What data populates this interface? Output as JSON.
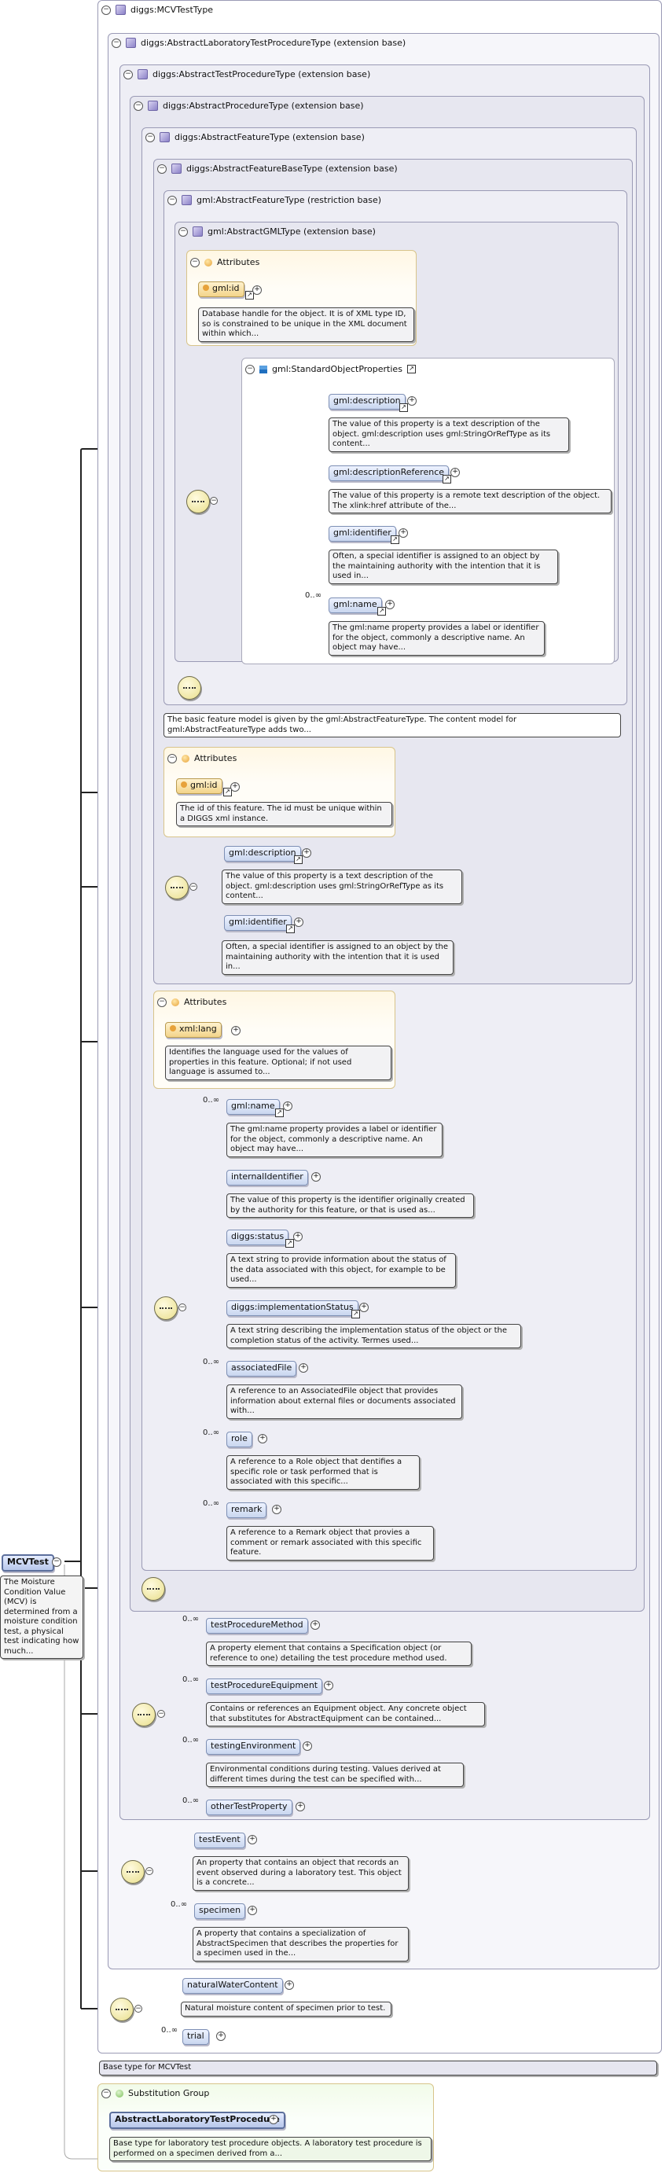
{
  "root": {
    "name": "MCVTest",
    "desc": "The Moisture Condition Value (MCV) is determined from a moisture condition test, a physical test indicating how much..."
  },
  "types": {
    "mcv": "diggs:MCVTestType",
    "lab": "diggs:AbstractLaboratoryTestProcedureType (extension base)",
    "test": "diggs:AbstractTestProcedureType (extension base)",
    "proc": "diggs:AbstractProcedureType (extension base)",
    "feature": "diggs:AbstractFeatureType (extension base)",
    "featurebase": "diggs:AbstractFeatureBaseType (extension base)",
    "gmlfeature": "gml:AbstractFeatureType (restriction base)",
    "gml": "gml:AbstractGMLType (extension base)"
  },
  "attributes_label": "Attributes",
  "gml_id": {
    "name": "gml:id",
    "desc": "Database handle for the object. It is of XML type ID, so is constrained to be unique in the XML document within which..."
  },
  "std_props": {
    "title": "gml:StandardObjectProperties",
    "items": [
      {
        "name": "gml:description",
        "desc": "The value of this property is a text description of the object. gml:description uses gml:StringOrRefType as its content..."
      },
      {
        "name": "gml:descriptionReference",
        "desc": "The value of this property is a remote text description of the object. The xlink:href attribute of the..."
      },
      {
        "name": "gml:identifier",
        "desc": "Often, a special identifier is assigned to an object by the maintaining authority with the intention that it is used in..."
      },
      {
        "name": "gml:name",
        "occ": "0..∞",
        "desc": "The gml:name property provides a label or identifier for the object, commonly a descriptive name. An object may have..."
      }
    ]
  },
  "gmlfeature_desc": "The basic feature model is given by the gml:AbstractFeatureType. The content model for gml:AbstractFeatureType adds two...",
  "featurebase": {
    "attr": {
      "name": "gml:id",
      "desc": "The id of this feature. The id must be unique within a DIGGS xml instance."
    },
    "items": [
      {
        "name": "gml:description",
        "desc": "The value of this property is a text description of the object. gml:description uses gml:StringOrRefType as its content..."
      },
      {
        "name": "gml:identifier",
        "desc": "Often, a special identifier is assigned to an object by the maintaining authority with the intention that it is used in..."
      }
    ]
  },
  "feature": {
    "attr": {
      "name": "xml:lang",
      "desc": "Identifies the language used for the values of properties in this feature. Optional; if not used language is assumed to..."
    },
    "items": [
      {
        "name": "gml:name",
        "occ": "0..∞",
        "desc": "The gml:name property provides a label or identifier for the object, commonly a descriptive name. An object may have..."
      },
      {
        "name": "internalIdentifier",
        "desc": "The value of this property is the identifier originally created by the authority for this feature, or that is used as..."
      },
      {
        "name": "diggs:status",
        "desc": "A text string to provide information about the status of the data associated with this object, for example to be used..."
      },
      {
        "name": "diggs:implementationStatus",
        "desc": "A text string describing the implementation status of the object or the completion status of the activity. Termes used..."
      },
      {
        "name": "associatedFile",
        "occ": "0..∞",
        "desc": "A reference to an AssociatedFile object that provides information about external files or documents associated with..."
      },
      {
        "name": "role",
        "occ": "0..∞",
        "desc": "A reference to a Role object that dentifies a specific role or task performed that is associated with this specific..."
      },
      {
        "name": "remark",
        "occ": "0..∞",
        "desc": "A reference to a Remark object that provies a comment or remark associated with this specific feature."
      }
    ]
  },
  "test": {
    "items": [
      {
        "name": "testProcedureMethod",
        "occ": "0..∞",
        "desc": "A property element that contains a Specification object (or reference to one) detailing the test procedure method used."
      },
      {
        "name": "testProcedureEquipment",
        "occ": "0..∞",
        "desc": "Contains or references an Equipment object. Any concrete object that substitutes for AbstractEquipment can be contained..."
      },
      {
        "name": "testingEnvironment",
        "occ": "0..∞",
        "desc": "Environmental conditions during testing. Values derived at different times during the test can be specified with..."
      },
      {
        "name": "otherTestProperty",
        "occ": "0..∞"
      }
    ]
  },
  "lab": {
    "items": [
      {
        "name": "testEvent",
        "desc": "An property that contains an object that records an event observed during a laboratory test. This object is a concrete..."
      },
      {
        "name": "specimen",
        "occ": "0..∞",
        "desc": "A property that contains a specialization of AbstractSpecimen that describes the properties for a specimen used in the..."
      }
    ]
  },
  "mcv": {
    "items": [
      {
        "name": "naturalWaterContent",
        "desc": "Natural moisture content of specimen prior to test."
      },
      {
        "name": "trial",
        "occ": "0..∞"
      }
    ]
  },
  "mcv_desc": "Base type for MCVTest",
  "substitution": {
    "title": "Substitution Group",
    "name": "AbstractLaboratoryTestProcedure",
    "desc": "Base type for laboratory test procedure objects. A laboratory test procedure is performed on a specimen derived from a..."
  },
  "symbols": {
    "minus": "−",
    "plus": "+",
    "link": "↗"
  }
}
